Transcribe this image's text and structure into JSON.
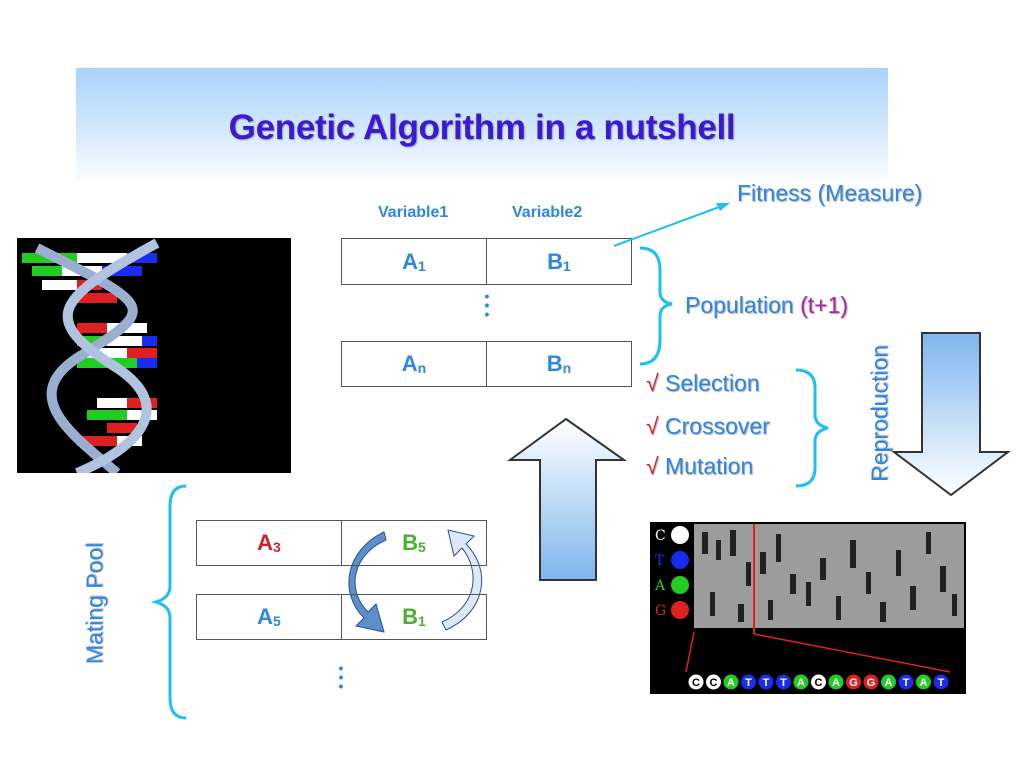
{
  "title": "Genetic Algorithm in a nutshell",
  "table_headers": [
    "Variable1",
    "Variable2"
  ],
  "population_rows": [
    {
      "a": "A",
      "a_sub": "1",
      "b": "B",
      "b_sub": "1"
    },
    {
      "a": "A",
      "a_sub": "n",
      "b": "B",
      "b_sub": "n"
    }
  ],
  "fitness_label": "Fitness (Measure)",
  "population_label": "Population",
  "population_generation": "(t+1)",
  "operators": [
    "Selection",
    "Crossover",
    "Mutation"
  ],
  "check_mark": "√",
  "reproduction_label": "Reproduction",
  "mating_pool_label": "Mating Pool",
  "mating_rows": [
    {
      "a": "A",
      "a_sub": "3",
      "b": "B",
      "b_sub": "5"
    },
    {
      "a": "A",
      "a_sub": "5",
      "b": "B",
      "b_sub": "1"
    }
  ],
  "sequencer": {
    "bases": [
      "C",
      "T",
      "A",
      "G"
    ],
    "base_colors": [
      "#ffffff",
      "#1a2cf0",
      "#22cc22",
      "#e02020"
    ],
    "sequence": [
      "C",
      "C",
      "A",
      "T",
      "T",
      "T",
      "A",
      "C",
      "A",
      "G",
      "G",
      "A",
      "T",
      "A",
      "T"
    ]
  },
  "colors": {
    "title": "#3a1ad0",
    "accent": "#2f86e0",
    "highlight": "#d2202a",
    "generation": "#b01fa0",
    "brace": "#1ec0f0"
  }
}
